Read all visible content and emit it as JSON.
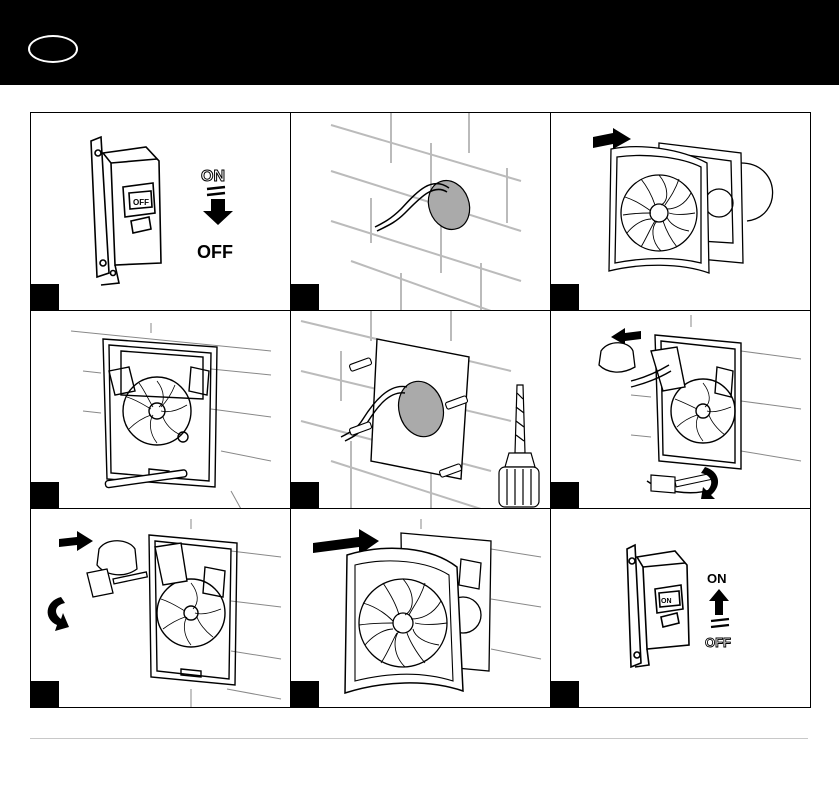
{
  "steps": [
    {
      "switch_label": "OFF",
      "state_top": "ON",
      "state_bottom": "OFF"
    },
    {},
    {},
    {},
    {},
    {},
    {},
    {},
    {
      "switch_label": "ON",
      "state_top": "ON",
      "state_bottom": "OFF"
    }
  ],
  "colors": {
    "header": "#000000",
    "line": "#000000",
    "wall": "#bbbbbb",
    "hole": "#a8a8a8"
  }
}
